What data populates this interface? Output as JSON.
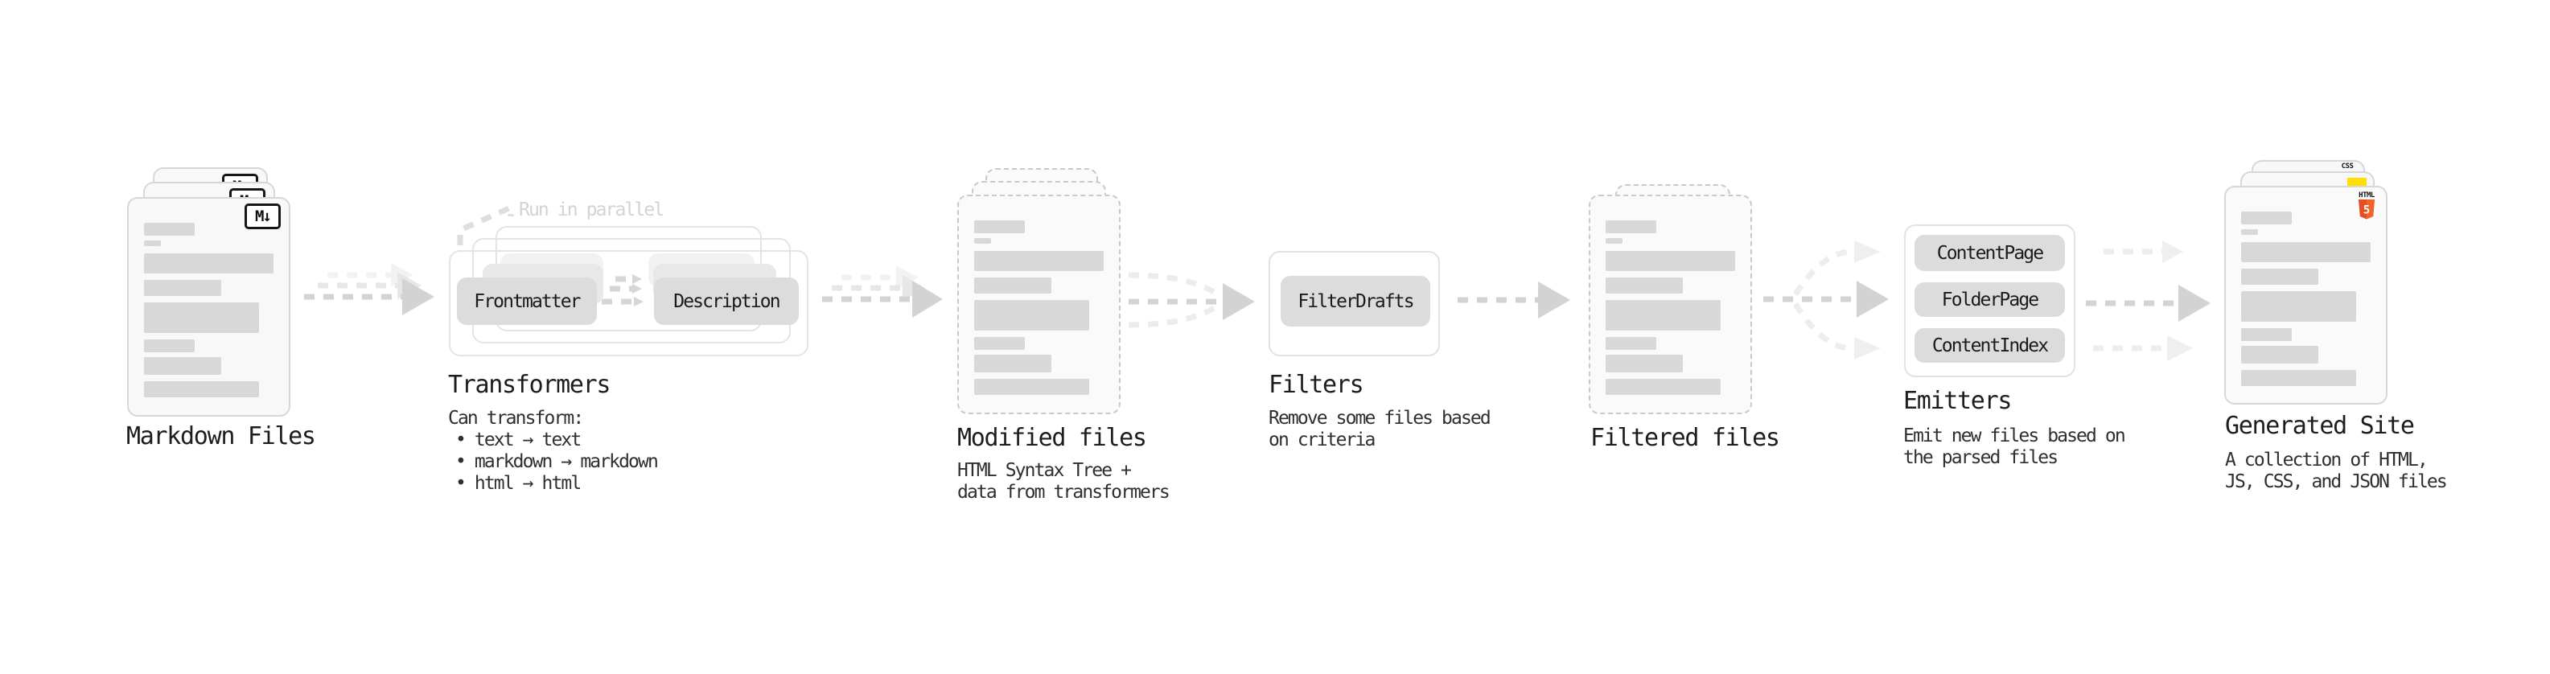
{
  "stages": {
    "markdown": {
      "label": "Markdown Files",
      "badge": "M↓"
    },
    "transformers": {
      "label": "Transformers",
      "parallel_note": "Run in parallel",
      "buttons": [
        "Frontmatter",
        "Description"
      ],
      "sub_heading": "Can transform:",
      "bullets": [
        "• text → text",
        "• markdown → markdown",
        "• html → html"
      ]
    },
    "modified": {
      "label": "Modified files",
      "sub_lines": [
        "HTML Syntax Tree +",
        "data from transformers"
      ]
    },
    "filters": {
      "label": "Filters",
      "button": "FilterDrafts",
      "sub_lines": [
        "Remove some files based",
        "on criteria"
      ]
    },
    "filtered": {
      "label": "Filtered files"
    },
    "emitters": {
      "label": "Emitters",
      "buttons": [
        "ContentPage",
        "FolderPage",
        "ContentIndex"
      ],
      "sub_lines": [
        "Emit new files based on",
        "the parsed files"
      ]
    },
    "generated": {
      "label": "Generated Site",
      "sub_lines": [
        "A collection of HTML,",
        "JS, CSS, and JSON files"
      ],
      "badges": {
        "css_label": "CSS",
        "html_label": "HTML",
        "html_number": "5"
      }
    }
  },
  "colors": {
    "accent_blue": "#1a73e8",
    "js_yellow": "#ffdf00",
    "html5_orange": "#e44d26",
    "html5_orange_light": "#f16529"
  }
}
